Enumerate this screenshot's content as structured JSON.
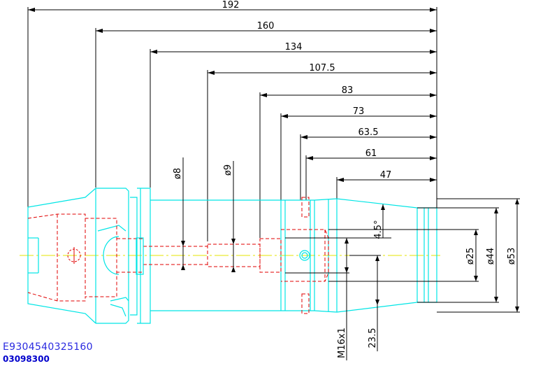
{
  "lengths": [
    {
      "id": "L192",
      "text": "192"
    },
    {
      "id": "L160",
      "text": "160"
    },
    {
      "id": "L134",
      "text": "134"
    },
    {
      "id": "L107_5",
      "text": "107.5"
    },
    {
      "id": "L83",
      "text": "83"
    },
    {
      "id": "L73",
      "text": "73"
    },
    {
      "id": "L63_5",
      "text": "63.5"
    },
    {
      "id": "L61",
      "text": "61"
    },
    {
      "id": "L47",
      "text": "47"
    }
  ],
  "diameters": {
    "d8": "ø8",
    "d9": "ø9",
    "d25": "ø25",
    "d44": "ø44",
    "d53": "ø53"
  },
  "angle": "4.5°",
  "thread": "M16x1",
  "offset": "23.5",
  "codes": {
    "part_number": "E9304540325160",
    "order_number": "03098300"
  },
  "colors": {
    "outline": "#00e5e5",
    "hidden": "#e00000",
    "centerline": "#e6e600",
    "dimension": "#000000",
    "code_text": "#2a2ae0"
  }
}
